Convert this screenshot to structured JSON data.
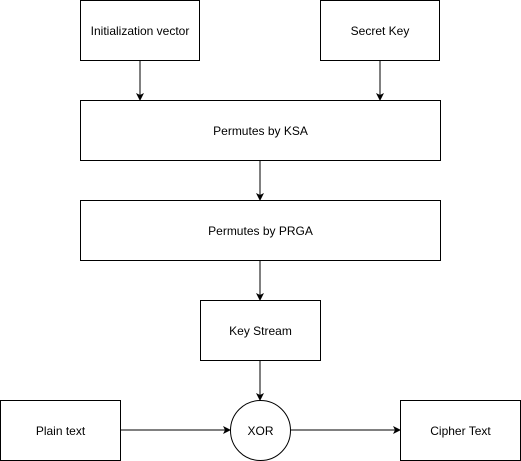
{
  "diagram": {
    "nodes": {
      "iv": "Initialization vector",
      "secret_key": "Secret Key",
      "ksa": "Permutes by KSA",
      "prga": "Permutes by PRGA",
      "key_stream": "Key Stream",
      "xor": "XOR",
      "plain_text": "Plain text",
      "cipher_text": "Cipher Text"
    },
    "edges": [
      {
        "from": "iv",
        "to": "ksa"
      },
      {
        "from": "secret_key",
        "to": "ksa"
      },
      {
        "from": "ksa",
        "to": "prga"
      },
      {
        "from": "prga",
        "to": "key_stream"
      },
      {
        "from": "key_stream",
        "to": "xor"
      },
      {
        "from": "plain_text",
        "to": "xor"
      },
      {
        "from": "xor",
        "to": "cipher_text"
      }
    ],
    "colors": {
      "stroke": "#000000",
      "fill": "#ffffff"
    }
  }
}
